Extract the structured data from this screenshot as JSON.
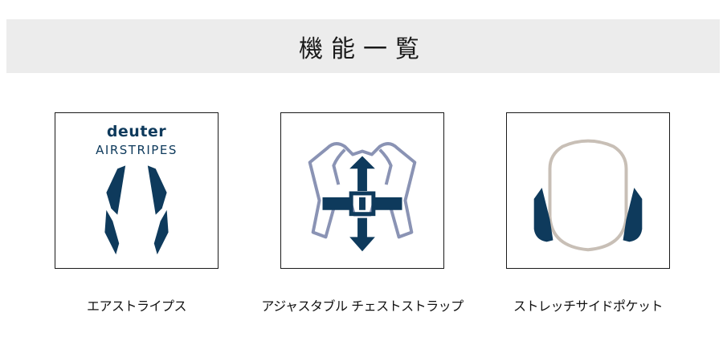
{
  "header": {
    "title": "機能一覧"
  },
  "features": [
    {
      "label": "エアストライプス",
      "brand_name": "deuter",
      "brand_sub": "AIRSTRIPES",
      "icon": "airstripes-back-panel-icon"
    },
    {
      "label": "アジャスタブル チェストストラップ",
      "icon": "adjustable-chest-strap-icon"
    },
    {
      "label": "ストレッチサイドポケット",
      "icon": "stretch-side-pocket-icon"
    }
  ],
  "colors": {
    "navy": "#0e3a5c",
    "steel_blue": "#8a93b4",
    "taupe": "#c8bfb6",
    "banner_bg": "#ececec"
  }
}
